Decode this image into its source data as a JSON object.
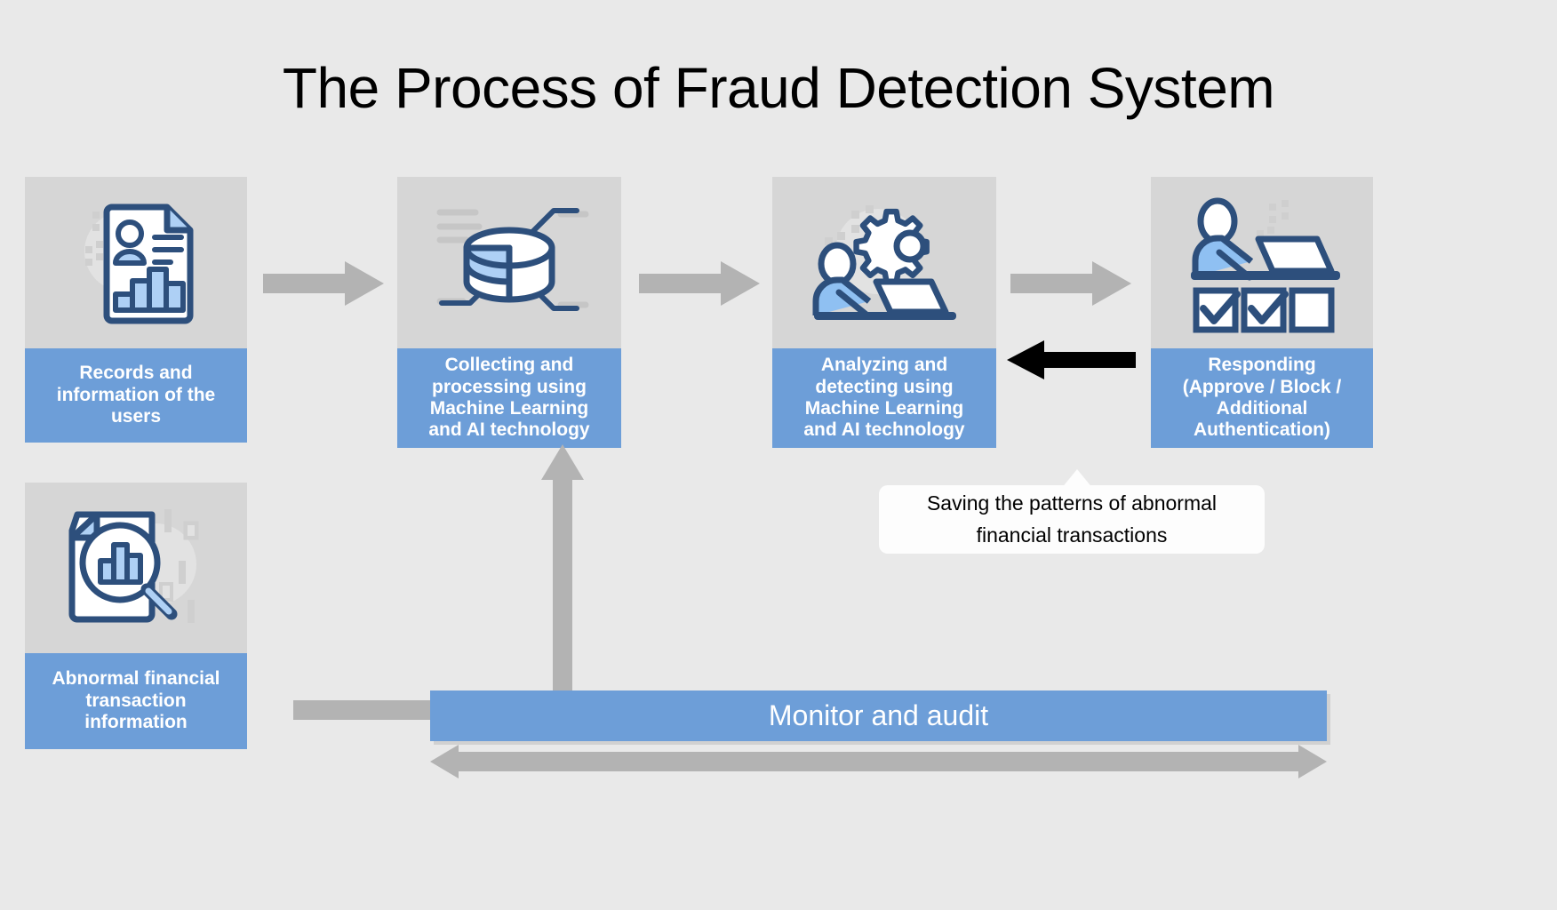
{
  "page": {
    "title": "The Process of Fraud Detection System",
    "background_color": "#e9e9e9"
  },
  "colors": {
    "label_blue": "#6d9ed8",
    "icon_pane_gray": "#d6d6d6",
    "arrow_gray": "#b3b3b3",
    "icon_dark_blue": "#2d4f7c",
    "icon_light_blue": "#aed0f5",
    "black_arrow": "#000000",
    "bubble_white": "#fdfdfd"
  },
  "cards": [
    {
      "id": "records",
      "icon_name": "user-record-document-icon",
      "label_lines": [
        "Records and",
        "information of the",
        "users"
      ],
      "label_text": "Records and information of the users"
    },
    {
      "id": "collecting",
      "icon_name": "data-pie-chart-processing-icon",
      "label_lines": [
        "Collecting and",
        "processing using",
        "Machine Learning",
        "and AI technology"
      ],
      "label_text": "Collecting and processing using Machine Learning and AI technology"
    },
    {
      "id": "analyzing",
      "icon_name": "person-laptop-gear-analysis-icon",
      "label_lines": [
        "Analyzing and",
        "detecting using",
        "Machine Learning",
        "and AI technology"
      ],
      "label_text": "Analyzing and detecting using Machine Learning and AI technology"
    },
    {
      "id": "responding",
      "icon_name": "person-laptop-checklist-icon",
      "label_lines": [
        "Responding",
        "(Approve / Block /",
        "Additional",
        "Authentication)"
      ],
      "label_text": "Responding (Approve / Block / Additional Authentication)"
    },
    {
      "id": "abnormal",
      "icon_name": "document-magnifier-chart-icon",
      "label_lines": [
        "Abnormal financial",
        "transaction",
        "information"
      ],
      "label_text": "Abnormal financial transaction information"
    }
  ],
  "speech_bubble": {
    "name": "saving-patterns-callout",
    "line1": "Saving the patterns of abnormal",
    "line2": "financial transactions",
    "text": "Saving the patterns of abnormal financial transactions"
  },
  "monitor_bar": {
    "label": "Monitor and audit"
  },
  "arrows": [
    {
      "name": "arrow-records-to-collecting",
      "direction": "right",
      "color": "#b3b3b3"
    },
    {
      "name": "arrow-collecting-to-analyzing",
      "direction": "right",
      "color": "#b3b3b3"
    },
    {
      "name": "arrow-analyzing-to-responding",
      "direction": "right",
      "color": "#b3b3b3"
    },
    {
      "name": "arrow-responding-to-analyzing-feedback",
      "direction": "left",
      "color": "#000000"
    },
    {
      "name": "arrow-abnormal-to-collecting-elbow",
      "direction": "up",
      "color": "#b3b3b3"
    },
    {
      "name": "arrow-monitor-and-audit-span",
      "direction": "both",
      "color": "#b3b3b3"
    }
  ]
}
